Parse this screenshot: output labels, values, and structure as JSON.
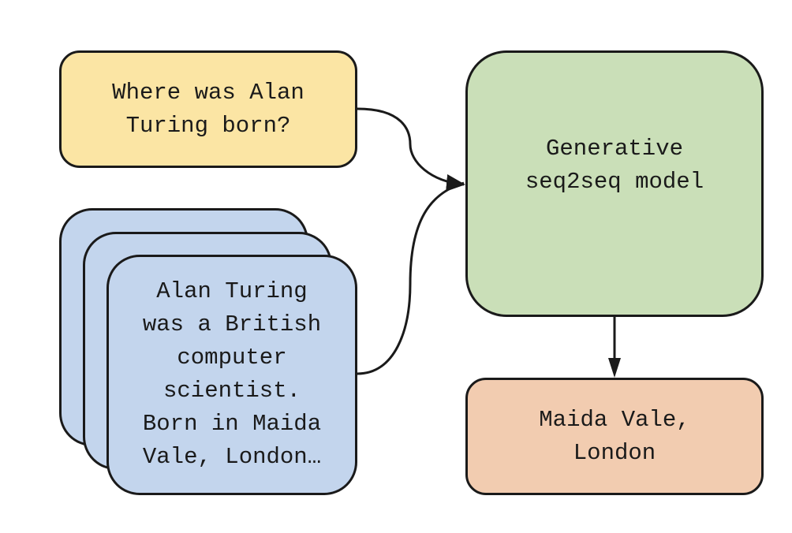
{
  "question": {
    "text": "Where was Alan\nTuring born?",
    "color": "#fbe5a4"
  },
  "documents": {
    "color": "#c3d5ed",
    "stack_count": 3,
    "front_text": "Alan Turing\nwas a British\ncomputer\nscientist.\nBorn in Maida\nVale, London…"
  },
  "model": {
    "text": "Generative\nseq2seq model",
    "color": "#cadfb8"
  },
  "answer": {
    "text": "Maida Vale,\nLondon",
    "color": "#f2ccb0"
  },
  "colors": {
    "stroke": "#1a1a1a",
    "background": "#ffffff"
  }
}
